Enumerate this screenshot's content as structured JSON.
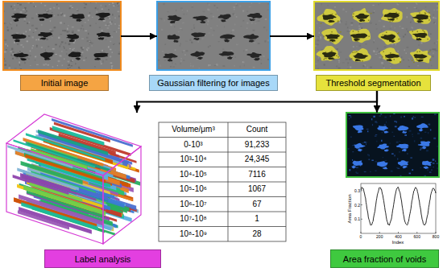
{
  "diagram": {
    "nodes": [
      {
        "text": [
          "Initial image"
        ]
      },
      {
        "text": [
          "Gaussian filtering for images"
        ]
      },
      {
        "text": [
          "Threshold segmentation"
        ]
      },
      {
        "text": [
          "Label analysis"
        ]
      },
      {
        "text": [
          "Area fraction of voids"
        ]
      }
    ],
    "edges": [
      {
        "from": 0,
        "to": 1,
        "arrow": "to"
      },
      {
        "from": 1,
        "to": 2,
        "arrow": "to"
      },
      {
        "from": 2,
        "to": 3,
        "arrow": "to"
      },
      {
        "from": 2,
        "to": 4,
        "arrow": "to"
      }
    ],
    "labels": [
      "Volume/μm³",
      "Count",
      "0-10³",
      "91,233",
      "10³-10⁴",
      "24,345",
      "10⁴-10⁵",
      "7116",
      "10⁵-10⁶",
      "1067",
      "10⁶-10⁷",
      "67",
      "10⁷-10⁸",
      "1",
      "10⁸-10⁹",
      "28",
      "Area Fraction",
      "Index",
      "0.1",
      "0.2",
      "0.3",
      "0",
      "200",
      "400",
      "600",
      "800"
    ]
  }
}
